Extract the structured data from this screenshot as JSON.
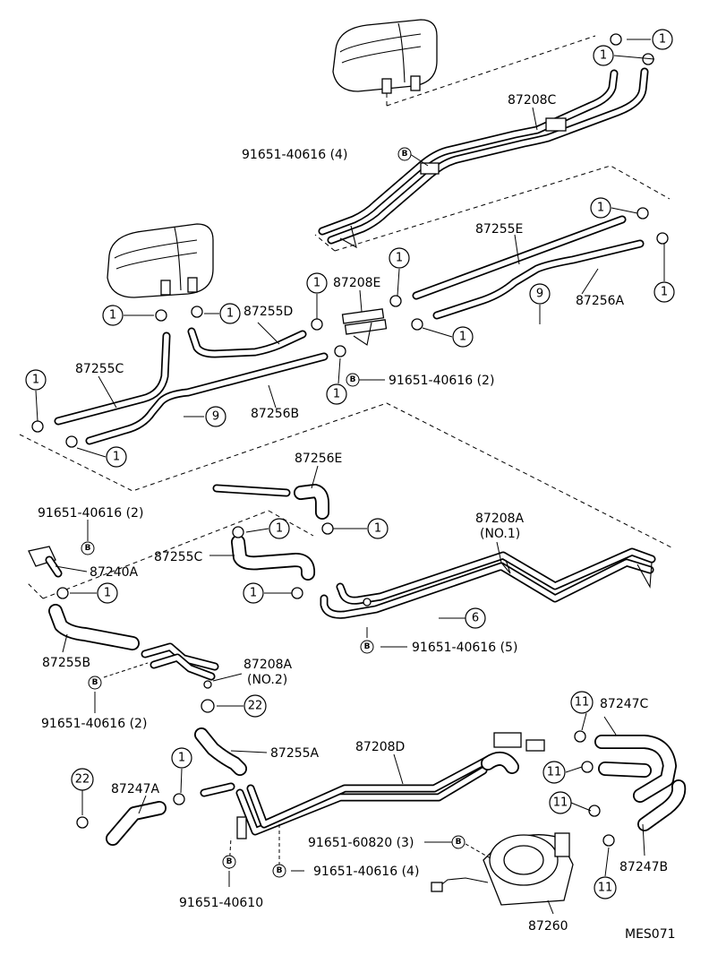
{
  "labels": {
    "p87208C": "87208C",
    "p87255E": "87255E",
    "p87256A": "87256A",
    "p87208E": "87208E",
    "p87255D": "87255D",
    "p87255C_top": "87255C",
    "p87256B": "87256B",
    "p87256E": "87256E",
    "p87208A": "87208A",
    "p87208A_no1": "(NO.1)",
    "p87255C_mid": "87255C",
    "p87240A": "87240A",
    "p87255B": "87255B",
    "p87208A2": "87208A",
    "p87208A_no2": "(NO.2)",
    "p87247C": "87247C",
    "p87255A": "87255A",
    "p87208D": "87208D",
    "p87247A": "87247A",
    "p87247B": "87247B",
    "p87260": "87260",
    "b1": "91651-40616 (4)",
    "b2": "91651-40616 (2)",
    "b3": "91651-40616 (2)",
    "b4": "91651-40616 (5)",
    "b5": "91651-40616 (2)",
    "b6": "91651-60820 (3)",
    "b7": "91651-40616 (4)",
    "b8": "91651-40610",
    "code": "MES071"
  },
  "callouts": {
    "one": "1",
    "six": "6",
    "nine": "9",
    "eleven": "11",
    "twentytwo": "22",
    "bolt": "B"
  }
}
